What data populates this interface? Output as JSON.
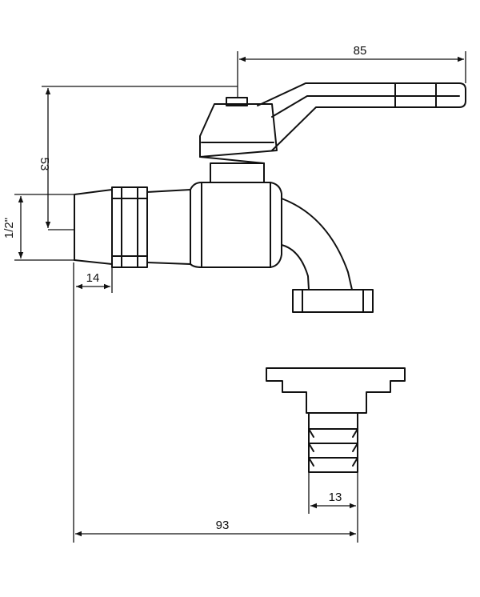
{
  "dimensions": {
    "handle_length": "85",
    "height": "53",
    "thread_size": "1/2\"",
    "thread_length": "14",
    "hose_tail_diameter": "13",
    "total_length": "93"
  },
  "colors": {
    "line": "#111111",
    "background": "#ffffff"
  }
}
